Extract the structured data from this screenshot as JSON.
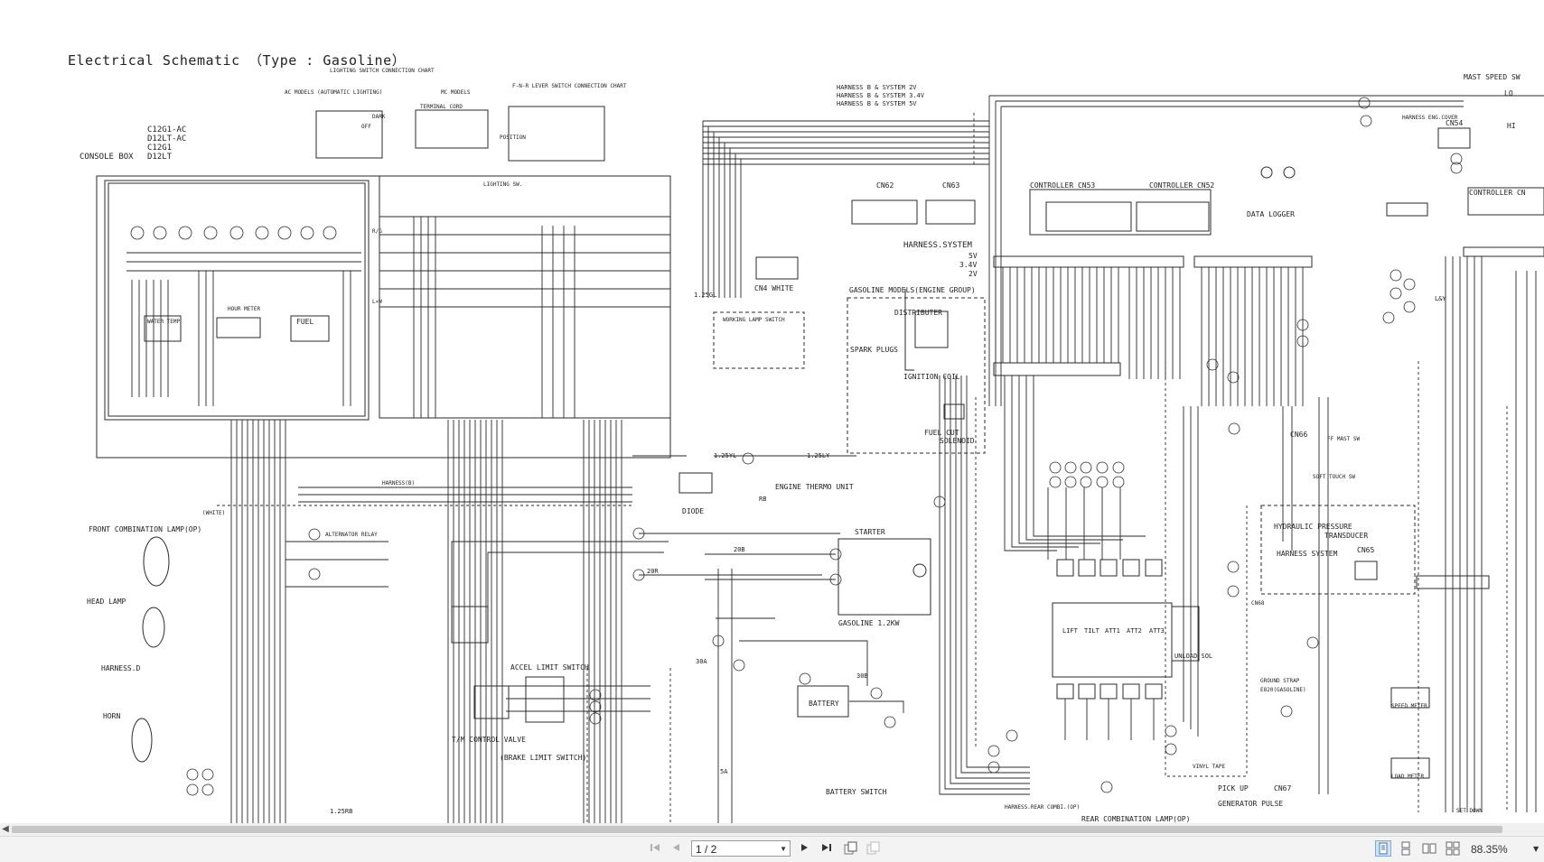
{
  "document": {
    "title": "Electrical Schematic （Type : Gasoline）",
    "labels": {
      "lighting_switch_chart": "LIGHTING SWITCH CONNECTION CHART",
      "fnr_lever_chart": "F-N-R LEVER SWITCH CONNECTION CHART",
      "ac_models": "AC MODELS (AUTOMATIC LIGHTING)",
      "mc_models": "MC MODELS",
      "terminal_cord": "TERMINAL CORD",
      "dark": "DARK",
      "off": "OFF",
      "position": "POSITION",
      "model_c12g1_ac": "C12G1-AC",
      "model_d12lt_ac": "D12LT-AC",
      "model_c12g1": "C12G1",
      "model_d12lt": "D12LT",
      "console_box": "CONSOLE BOX",
      "lighting_sw": "LIGHTING SW.",
      "hour_meter": "HOUR METER",
      "water_temp": "WATER TEMP",
      "fuel": "FUEL",
      "harness_b_2v": "HARNESS B & SYSTEM 2V",
      "harness_b_34v": "HARNESS B & SYSTEM 3.4V",
      "harness_b_5v": "HARNESS B & SYSTEM 5V",
      "cn62": "CN62",
      "cn63": "CN63",
      "cn4_white": "CN4 WHITE",
      "working_lamp_switch": "WORKING LAMP SWITCH",
      "harness_system": "HARNESS.SYSTEM",
      "v5": "5V",
      "v34": "3.4V",
      "v2": "2V",
      "gasoline_models": "GASOLINE MODELS(ENGINE GROUP)",
      "distributer": "DISTRIBUTER",
      "spark_plugs": "SPARK PLUGS",
      "ignition_coil": "IGNITION COIL",
      "fuel_cut": "FUEL CUT",
      "solenoid": "SOLENOID",
      "controller_cn53": "CONTROLLER CN53",
      "controller_cn52": "CONTROLLER CN52",
      "data_logger": "DATA LOGGER",
      "mast_speed_sw": "MAST SPEED SW",
      "harness_eng_cover": "HARNESS ENG.COVER",
      "cn54": "CN54",
      "controller_cn": "CONTROLLER CN",
      "lo": "LO",
      "hi": "HI",
      "wire_125gl": "1.25GL",
      "wire_125yl_a": "1.25YL",
      "wire_125ly": "1.25LY",
      "engine_thermo_unit": "ENGINE THERMO UNIT",
      "diode": "DIODE",
      "harness_b": "HARNESS(B)",
      "white": "(WHITE)",
      "front_combination_lamp": "FRONT COMBINATION LAMP(OP)",
      "alternator_relay": "ALTERNATOR RELAY",
      "head_lamp": "HEAD LAMP",
      "harness_d": "HARNESS.D",
      "horn": "HORN",
      "starter": "STARTER",
      "gasoline_12kw": "GASOLINE 1.2KW",
      "wire_20b": "20B",
      "wire_20r": "20R",
      "wire_30b": "30B",
      "wire_30a": "30A",
      "wire_5a": "5A",
      "battery": "BATTERY",
      "battery_switch": "BATTERY SWITCH",
      "accel_limit_switch": "ACCEL LIMIT SWITCH",
      "tm_control_valve": "T/M CONTROL VALVE",
      "brake_limit_switch": "(BRAKE LIMIT SWITCH)",
      "wire_125rb": "1.25RB",
      "cn66": "CN66",
      "ff_mast_sw": "FF MAST SW",
      "soft_touch_sw": "SOFT TOUCH SW",
      "hydraulic_pressure": "HYDRAULIC PRESSURE",
      "transducer": "TRANSDUCER",
      "harness_system_2": "HARNESS SYSTEM",
      "cn65": "CN65",
      "cn68": "CN68",
      "lift": "LIFT",
      "tilt": "TILT",
      "att1": "ATT1",
      "att2": "ATT2",
      "att3": "ATT3",
      "unload_sol": "UNLOAD SOL",
      "ground_strap": "GROUND STRAP",
      "e820_gasoline": "E820(GASOLINE)",
      "vinyl_tape": "VINYL TAPE",
      "pick_up": "PICK UP",
      "cn67": "CN67",
      "generator_pulse": "GENERATOR PULSE",
      "harness_rear_combi": "HARNESS.REAR COMBI.(OP)",
      "rear_combination_lamp": "REAR COMBINATION LAMP(OP)",
      "speed_meter": "SPEED METER",
      "load_meter": "LOAD METER",
      "set_down": "SET DOWN",
      "l_w": "L×W",
      "r_g": "R/G",
      "rb": "RB",
      "l_y": "L&Y"
    }
  },
  "toolbar": {
    "page_value": "1 / 2",
    "zoom_value": "88.35%",
    "icons": {
      "first": "first-page-icon",
      "prev": "previous-page-icon",
      "next": "next-page-icon",
      "last": "last-page-icon",
      "back": "back-view-icon",
      "forward": "forward-view-icon",
      "single": "single-page-view-icon",
      "continuous": "continuous-view-icon",
      "facing": "facing-view-icon",
      "cont_facing": "continuous-facing-view-icon"
    }
  }
}
